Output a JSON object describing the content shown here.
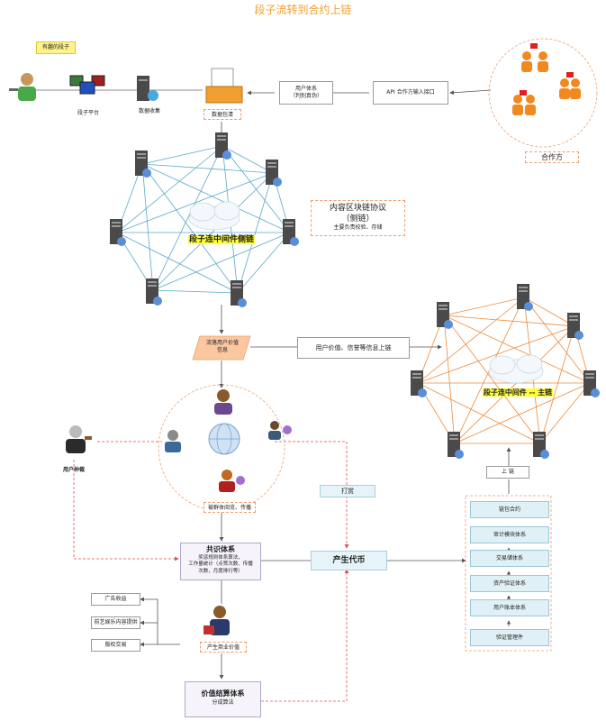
{
  "title": "段子流转到合约上链",
  "top": {
    "user_note": "有趣的段子",
    "platform": "段子平台",
    "collect": "数据收集",
    "clean": "数据包清",
    "user_system_line1": "用户体系",
    "user_system_line2": "（判别真伪）",
    "api": "API  合作方输入接口",
    "partners": "合作方"
  },
  "side_chain": {
    "label": "段子连中间件侧链",
    "protocol_line1": "内容区块链协议",
    "protocol_line2": "（侧链）",
    "protocol_line3": "主要负责校验、存储"
  },
  "flow": {
    "value_info_line1": "流落用户价值",
    "value_info_line2": "信息",
    "onchain": "用户价值、信誉等信息上链",
    "main_chain": "段子连中间件 -- 主链",
    "upchain": "上   链",
    "judge": "用户仲裁",
    "reward": "打赏",
    "read_share": "被群体阅览、传播",
    "token": "产生代币",
    "consensus_title": "共识体系",
    "consensus_line1": "奖惩规则体系算法，",
    "consensus_line2": "工作量统计（点赞次数、传播",
    "consensus_line3": "次数，月度排行等）",
    "ads": "广告收益",
    "ent": "前艺娱乐内容提供",
    "copyright": "版权交易",
    "business": "产生商业价值",
    "settle_title": "价值结算体系",
    "settle_sub": "分成算法"
  },
  "stack": [
    "链包合约",
    "审计模块体系",
    "交易储体系",
    "资产验证体系",
    "用户账本体系",
    "验证管理件"
  ],
  "colors": {
    "side_chain": "#5aa9c9",
    "main_chain": "#ee8a3a",
    "dashed_red": "#e05050",
    "title": "#f0a030"
  }
}
